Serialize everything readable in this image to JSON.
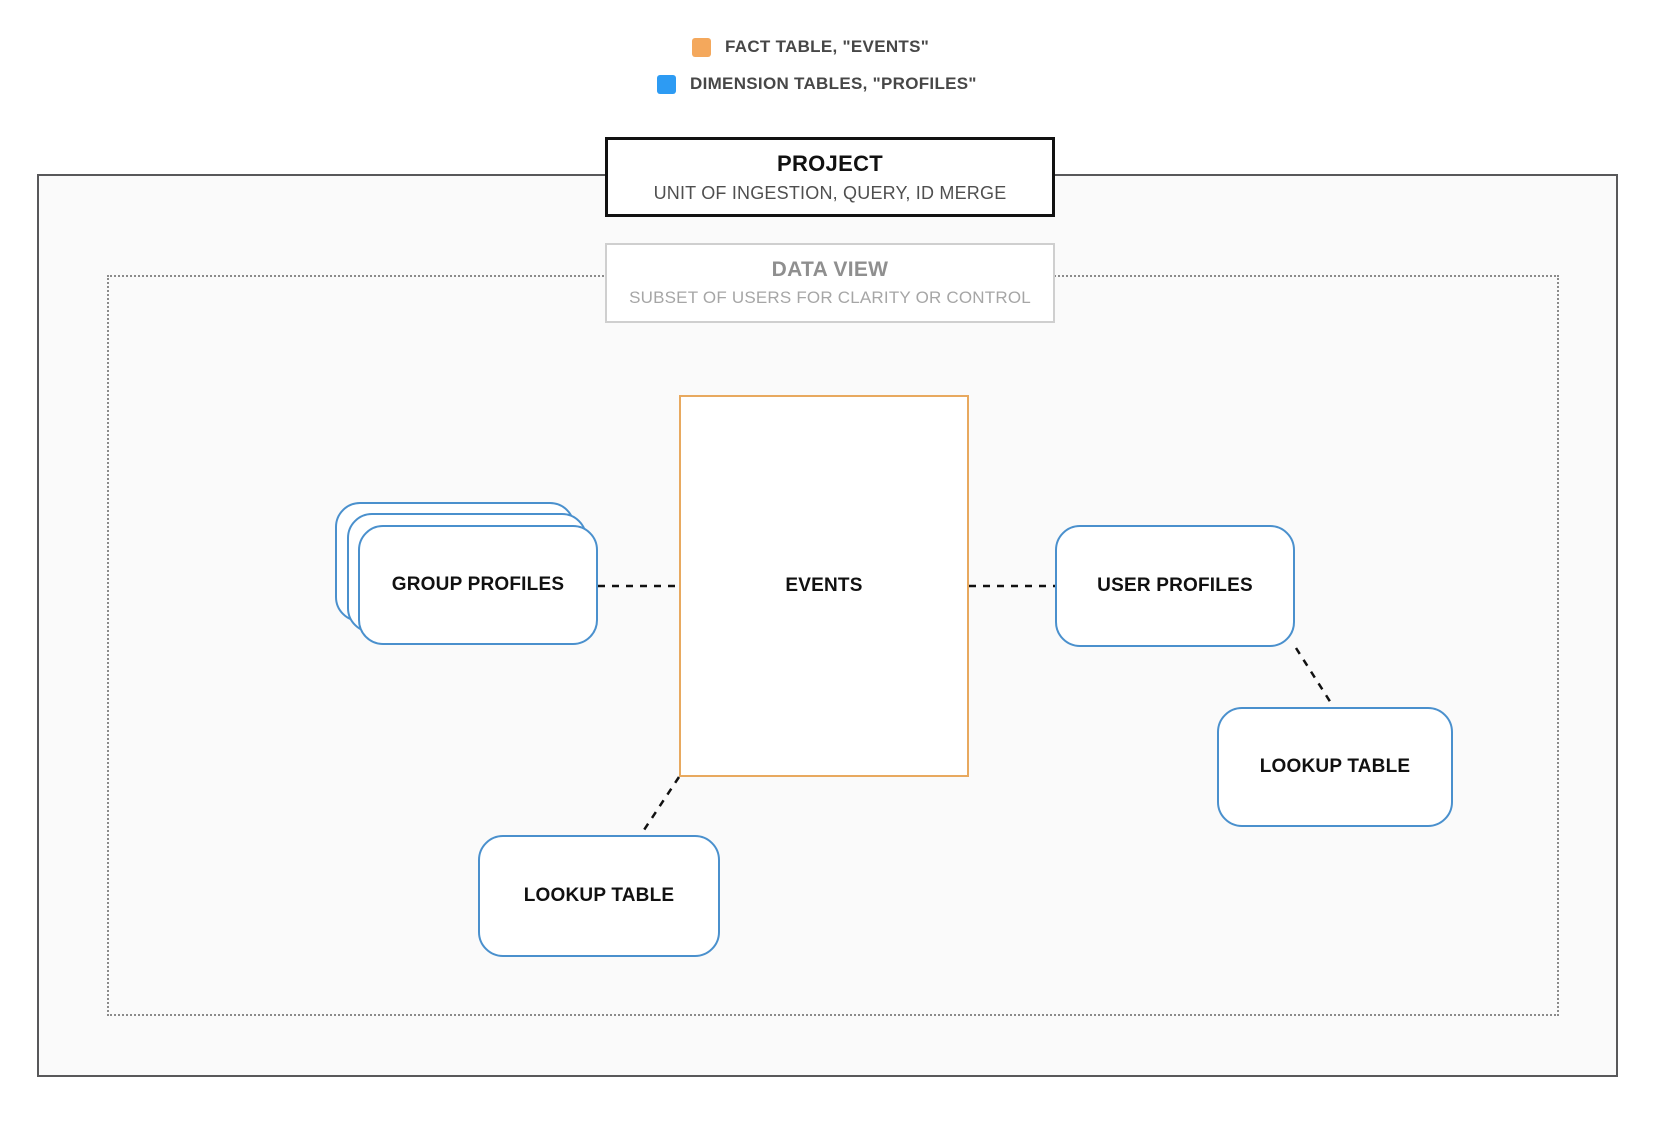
{
  "legend": {
    "items": [
      {
        "name": "fact-table",
        "label": "FACT TABLE, \"EVENTS\"",
        "color": "#F4A85C"
      },
      {
        "name": "dimension-tables",
        "label": "DIMENSION TABLES, \"PROFILES\"",
        "color": "#2D9BF3"
      }
    ]
  },
  "project": {
    "title": "PROJECT",
    "subtitle": "UNIT OF INGESTION, QUERY, ID MERGE"
  },
  "data_view": {
    "title": "DATA VIEW",
    "subtitle": "SUBSET OF USERS FOR CLARITY OR CONTROL"
  },
  "nodes": {
    "events": {
      "label": "EVENTS",
      "type": "fact"
    },
    "group_profiles": {
      "label": "GROUP PROFILES",
      "type": "dimension"
    },
    "user_profiles": {
      "label": "USER PROFILES",
      "type": "dimension"
    },
    "lookup_table_bottom": {
      "label": "LOOKUP TABLE",
      "type": "dimension"
    },
    "lookup_table_right": {
      "label": "LOOKUP TABLE",
      "type": "dimension"
    }
  },
  "relationships": [
    {
      "from": "group_profiles",
      "to": "events",
      "style": "dashed"
    },
    {
      "from": "events",
      "to": "user_profiles",
      "style": "dashed"
    },
    {
      "from": "events",
      "to": "lookup_table_bottom",
      "style": "dashed"
    },
    {
      "from": "user_profiles",
      "to": "lookup_table_right",
      "style": "dashed"
    }
  ],
  "colors": {
    "fact_accent": "#F4A85C",
    "dimension_accent": "#2D9BF3",
    "fact_border": "#E8A95F",
    "dimension_border": "#4A90CD",
    "connector": "#111111",
    "outer_border": "#58585A",
    "inner_dotted_border": "#8B8B8B",
    "canvas_background": "#FAFAFA"
  }
}
